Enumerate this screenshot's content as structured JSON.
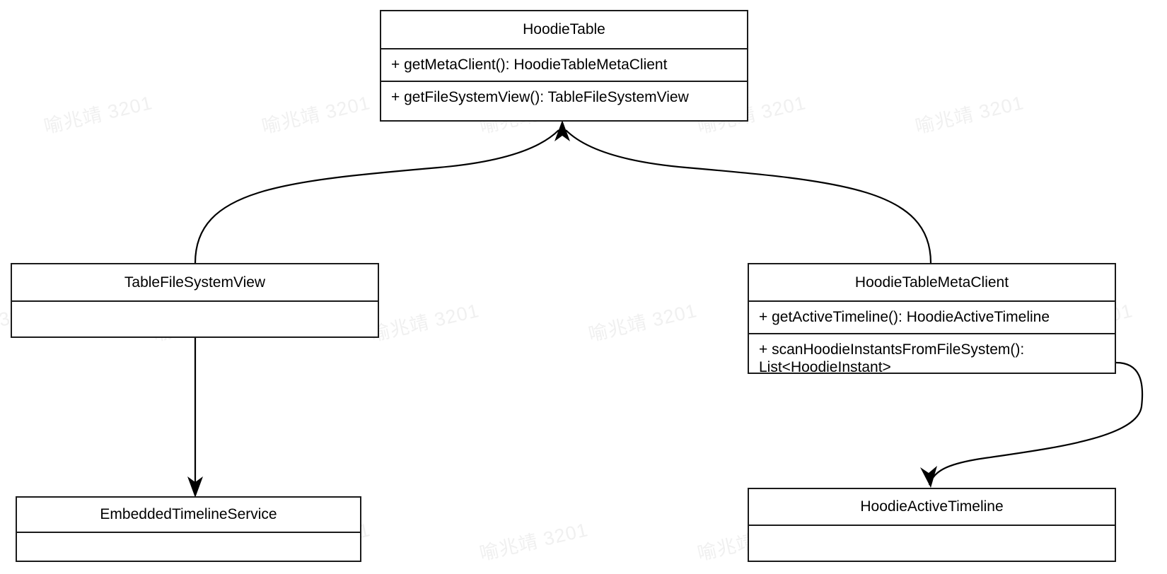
{
  "diagram": {
    "type": "uml-class-diagram",
    "background_color": "#ffffff",
    "line_color": "#000000",
    "text_color": "#000000"
  },
  "watermark": {
    "text": "喻兆靖 3201",
    "color": "#f0f0f0",
    "rotation_deg": -13
  },
  "classes": {
    "hoodie_table": {
      "name": "HoodieTable",
      "members": [
        "+ getMetaClient(): HoodieTableMetaClient",
        "+ getFileSystemView(): TableFileSystemView"
      ]
    },
    "table_file_system_view": {
      "name": "TableFileSystemView",
      "members": [
        ""
      ]
    },
    "hoodie_table_meta_client": {
      "name": "HoodieTableMetaClient",
      "members": [
        "+ getActiveTimeline(): HoodieActiveTimeline",
        "+ scanHoodieInstantsFromFileSystem():\nList<HoodieInstant>"
      ]
    },
    "embedded_timeline_service": {
      "name": "EmbeddedTimelineService",
      "members": [
        ""
      ]
    },
    "hoodie_active_timeline": {
      "name": "HoodieActiveTimeline",
      "members": [
        ""
      ]
    }
  },
  "edges": [
    {
      "from": "TableFileSystemView",
      "to": "HoodieTable",
      "style": "curved",
      "arrow": "open-arrow-at-target"
    },
    {
      "from": "HoodieTableMetaClient",
      "to": "HoodieTable",
      "style": "curved",
      "arrow": "open-arrow-at-target"
    },
    {
      "from": "TableFileSystemView",
      "to": "EmbeddedTimelineService",
      "style": "straight",
      "arrow": "open-arrow-at-target"
    },
    {
      "from": "HoodieTableMetaClient",
      "to": "HoodieActiveTimeline",
      "style": "curved",
      "arrow": "open-arrow-at-target"
    }
  ]
}
